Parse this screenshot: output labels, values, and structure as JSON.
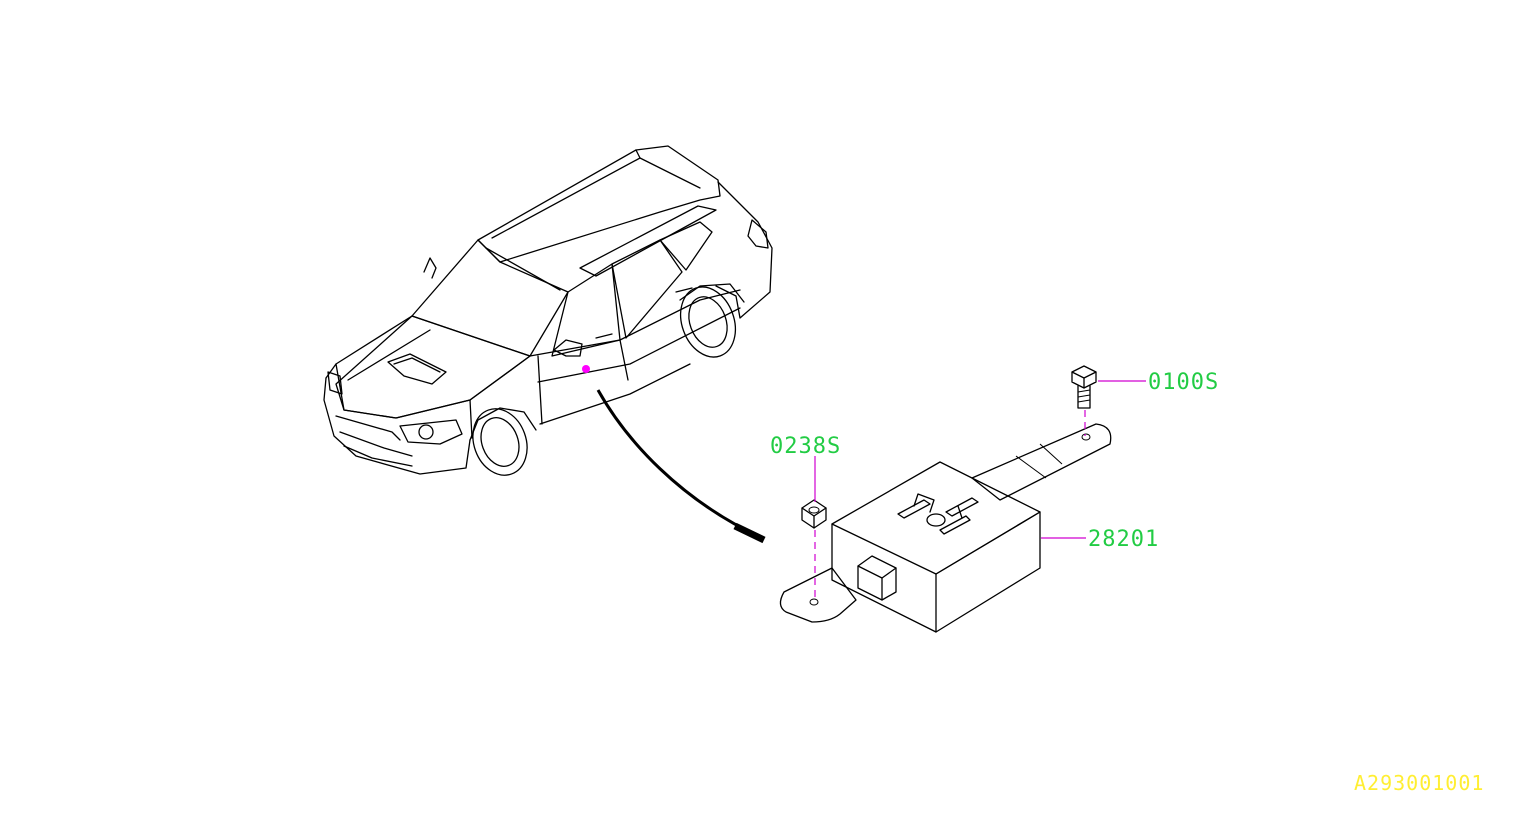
{
  "diagram": {
    "callouts": [
      {
        "id": "callout-0100S",
        "text": "0100S"
      },
      {
        "id": "callout-0238S",
        "text": "0238S"
      },
      {
        "id": "callout-28201",
        "text": "28201"
      }
    ],
    "figure_id": "A293001001",
    "colors": {
      "line": "#000000",
      "leader": "#d000d0",
      "callout_text": "#22cc44",
      "figure_id_text": "#ffee33",
      "location_marker": "#ff00ff"
    }
  }
}
